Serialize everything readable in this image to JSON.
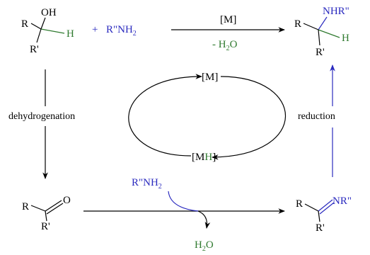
{
  "colors": {
    "black": "#000000",
    "blue": "#2b2bbf",
    "green": "#2f7a2f"
  },
  "alcohol": {
    "r": "R",
    "oh": "OH",
    "h": "H",
    "r_prime": "R'"
  },
  "plus": "+",
  "amine_reactant": {
    "main": "R\"NH",
    "sub": "2"
  },
  "top_arrow": {
    "catalyst": "[M]",
    "water_prefix": "- H",
    "water_sub": "2",
    "water_suffix": "O"
  },
  "product": {
    "r": "R",
    "nhr": "NHR\"",
    "h": "H",
    "r_prime": "R'"
  },
  "cycle": {
    "top_label": "[M]",
    "bottom_bracket_l": "[M",
    "bottom_h": "H",
    "bottom_bracket_r": "]"
  },
  "left_label": "dehydrogenation",
  "right_label": "reduction",
  "ketone": {
    "r": "R",
    "o": "O",
    "r_prime": "R'"
  },
  "amine_mid": {
    "main": "R\"NH",
    "sub": "2"
  },
  "water_out": {
    "prefix": "H",
    "sub": "2",
    "suffix": "O"
  },
  "imine": {
    "r": "R",
    "nr": "NR\"",
    "r_prime": "R'"
  }
}
